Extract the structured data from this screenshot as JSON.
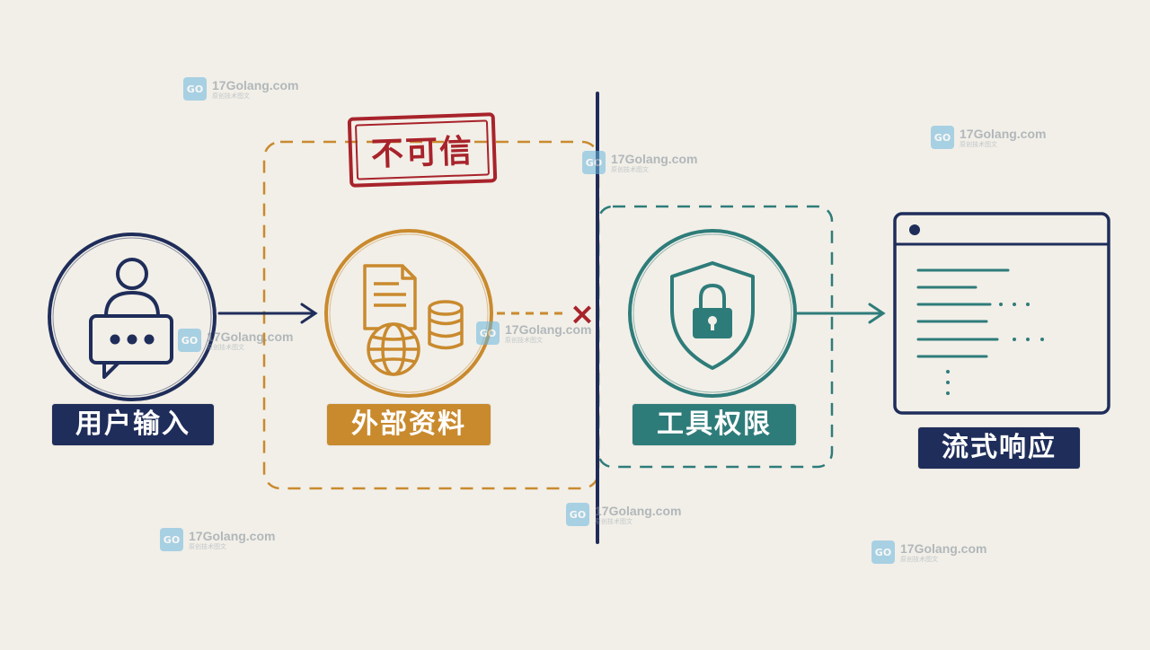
{
  "nodes": {
    "user_input": {
      "label": "用户输入",
      "color": "#1f2d5a"
    },
    "external_data": {
      "label": "外部资料",
      "color": "#c98a2e"
    },
    "tool_permissions": {
      "label": "工具权限",
      "color": "#2e7c7a"
    },
    "streaming_response": {
      "label": "流式响应",
      "color": "#1f2d5a"
    }
  },
  "untrusted_stamp": {
    "text": "不可信",
    "color": "#a8232b"
  },
  "blocked_marker": {
    "symbol": "×",
    "color": "#a8232b"
  },
  "watermark": {
    "text": "17Golang.com",
    "sub": "原创技术图文",
    "logo_text": "GO"
  },
  "icons": {
    "user": "user-chat-icon",
    "external": "document-globe-database-icon",
    "tools": "shield-lock-icon",
    "response": "browser-window-icon"
  }
}
